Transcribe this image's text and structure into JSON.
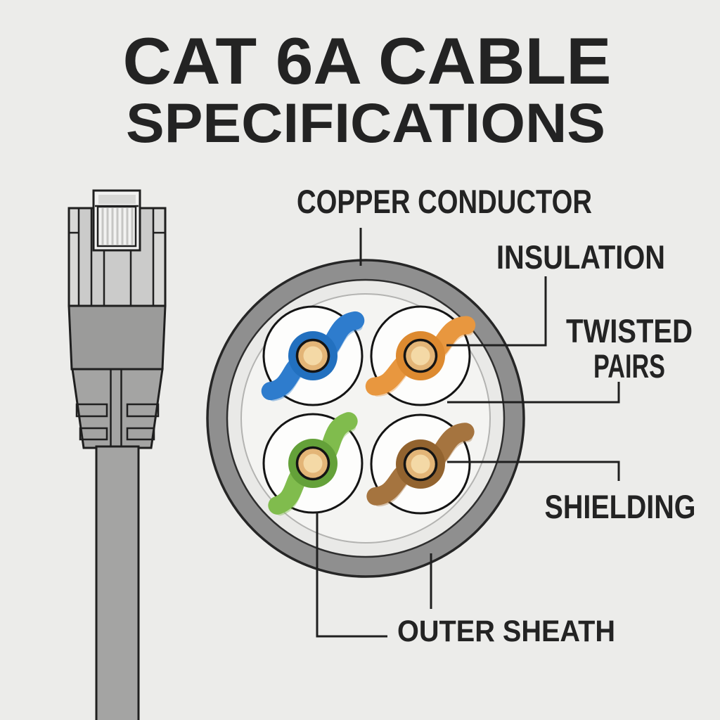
{
  "title": {
    "line1": "CAT 6A CABLE",
    "line2": "SPECIFICATIONS"
  },
  "labels": {
    "copper_conductor": "COPPER CONDUCTOR",
    "insulation": "INSULATION",
    "twisted_pairs": {
      "line1": "TWISTED",
      "line2": "PAIRS"
    },
    "shielding": "SHIELDING",
    "outer_sheath": "OUTER SHEATH"
  },
  "colors": {
    "background": "#ececea",
    "text": "#232323",
    "line": "#1f1f1f",
    "connector_body": "#cbcbca",
    "connector_panel": "#d8d8d6",
    "connector_collar": "#9b9b9a",
    "boot": "#a4a4a3",
    "cable": "#a4a4a3",
    "clip_face": "#f2f2f1",
    "clip_top": "#d8d8d6",
    "contact_bg": "#fbfbfa",
    "sheath_ring": "#8f8f8f",
    "shield_ring": "#e9e9e7",
    "core_fill": "#f4f4f2",
    "pair_fill": "#fdfdfc",
    "copper": "#e3b577",
    "copper_core": "#f4d9a6",
    "wire_blue": "#2e7ccd",
    "wire_blue_deep": "#2270bf",
    "wire_orange": "#e8973f",
    "wire_orange_deep": "#dd8a30",
    "wire_green": "#80bc4d",
    "wire_green_deep": "#64a139",
    "wire_brown": "#a5743f",
    "wire_brown_deep": "#92632f"
  }
}
